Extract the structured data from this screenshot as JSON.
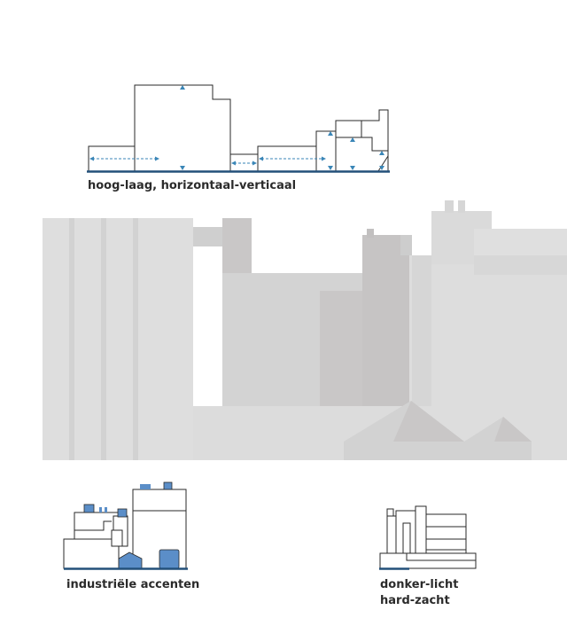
{
  "captions": {
    "top": "hoog-laag, horizontaal-verticaal",
    "bottom_left": "industriële accenten",
    "bottom_right_line1": "donker-licht",
    "bottom_right_line2": "hard-zacht"
  },
  "colors": {
    "ground_line": "#23507a",
    "arrow": "#3a86b7",
    "accent": "#5b8ec8",
    "photo_light": "#dcdcdc",
    "photo_mid": "#cfcfcf",
    "photo_dark": "#c4c2c2"
  }
}
